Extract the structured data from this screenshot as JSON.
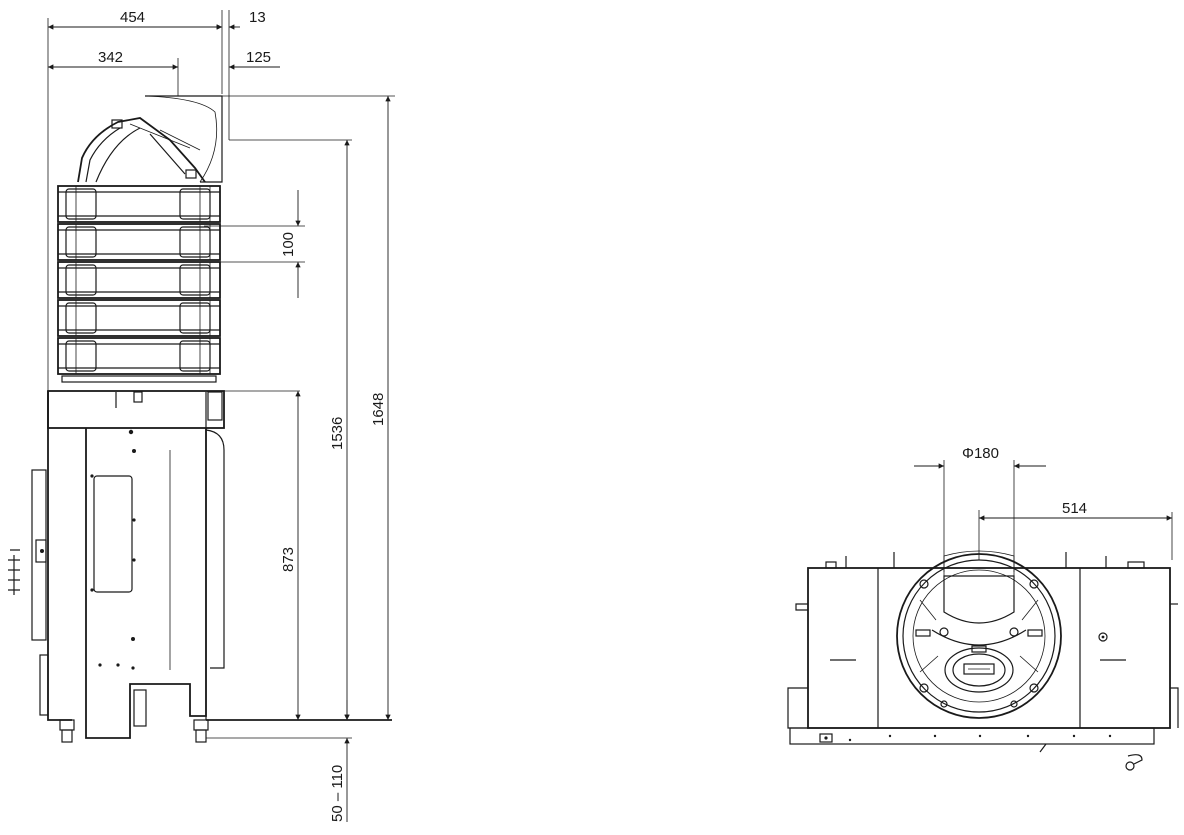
{
  "side_view": {
    "dimensions": {
      "overall_depth": "454",
      "top_offset": "13",
      "outlet_position": "342",
      "outlet_offset": "125",
      "ring_height": "100",
      "body_height": "873",
      "height_to_top": "1536",
      "overall_height": "1648",
      "leg_adjustment": "50 – 110"
    }
  },
  "top_view": {
    "dimensions": {
      "flue_diameter": "Φ180",
      "flue_center_offset": "514"
    }
  }
}
